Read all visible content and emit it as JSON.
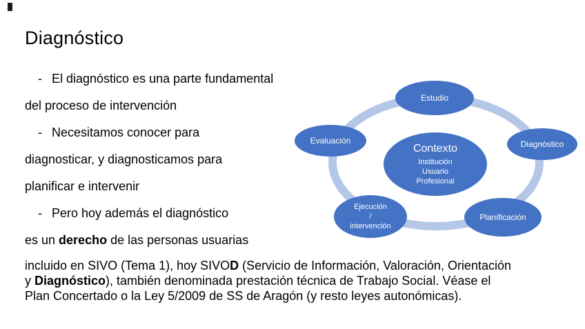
{
  "slide": {
    "title": "Diagnóstico",
    "bullet_dash": "-",
    "bullets": {
      "b1_line1": "El diagnóstico es una parte fundamental",
      "b1_line2": "del proceso de intervención",
      "b2_line1": "Necesitamos conocer para",
      "b2_line2": "diagnosticar, y diagnosticamos para",
      "b2_line3": "planificar e intervenir",
      "b3_line1": "Pero hoy además el diagnóstico",
      "b3_line2_pre": "es un ",
      "b3_line2_bold": "derecho",
      "b3_line2_post": " de las personas usuarias"
    },
    "footer": {
      "l1_a": "incluido en SIVO (Tema 1), hoy SIVO",
      "l1_b": "D",
      "l1_c": " (Servicio de Información, Valoración, Orientación",
      "l2_a": "y ",
      "l2_b": "Diagnóstico",
      "l2_c": "), también denominada prestación técnica de Trabajo Social. Véase el",
      "l3": "Plan Concertado o la Ley 5/2009 de SS de Aragón (y resto leyes autonómicas)."
    }
  },
  "diagram": {
    "node_color": "#4472c4",
    "ring_color": "#b4c7e7",
    "text_color": "#ffffff",
    "center": {
      "title": "Contexto",
      "line1": "Institución",
      "line2": "Usuario",
      "line3": "Profesional"
    },
    "nodes": {
      "estudio": "Estudio",
      "diagnostico": "Diagnóstico",
      "planificacion": "Planificación",
      "ejecucion_line1": "Ejecución",
      "ejecucion_line2": "/",
      "ejecucion_line3": "intervención",
      "evaluacion": "Evaluación"
    }
  }
}
